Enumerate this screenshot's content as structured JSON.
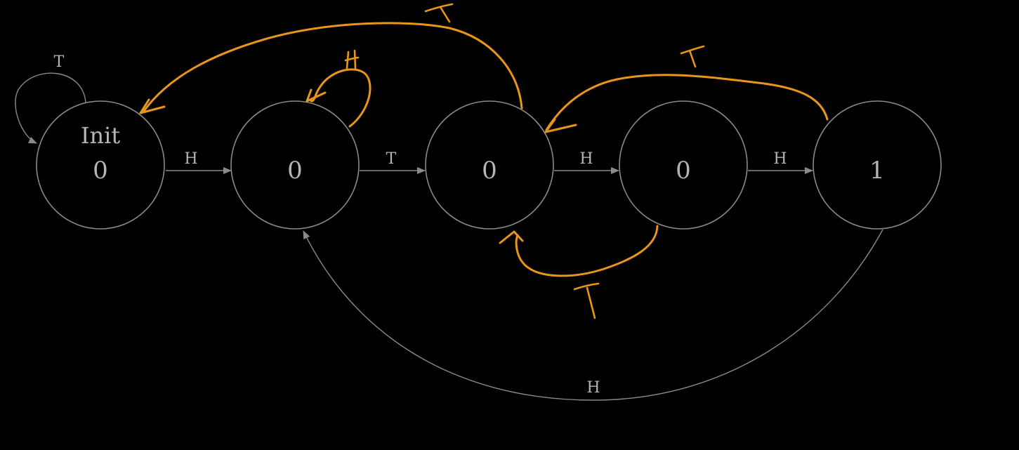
{
  "diagram": {
    "states": [
      {
        "name": "Init",
        "output": "0"
      },
      {
        "name": "",
        "output": "0"
      },
      {
        "name": "",
        "output": "0"
      },
      {
        "name": "",
        "output": "0"
      },
      {
        "name": "",
        "output": "1"
      }
    ],
    "printed_transitions": [
      {
        "from": "Init",
        "to": "Init",
        "label": "T"
      },
      {
        "from": 0,
        "to": 1,
        "label": "H"
      },
      {
        "from": 1,
        "to": 2,
        "label": "T"
      },
      {
        "from": 2,
        "to": 3,
        "label": "H"
      },
      {
        "from": 3,
        "to": 4,
        "label": "H"
      },
      {
        "from": 4,
        "to": 1,
        "label": "H"
      }
    ],
    "handwritten_transitions": [
      {
        "from": 1,
        "to": 1,
        "label": "H"
      },
      {
        "from": 2,
        "to": 0,
        "label": "T"
      },
      {
        "from": 4,
        "to": 2,
        "label": "T"
      },
      {
        "from": 3,
        "to": 2,
        "label": "T"
      }
    ],
    "colors": {
      "background": "#000000",
      "printed": "#8a8a8a",
      "text": "#b5b5b5",
      "handwriting": "#e8961a"
    }
  }
}
